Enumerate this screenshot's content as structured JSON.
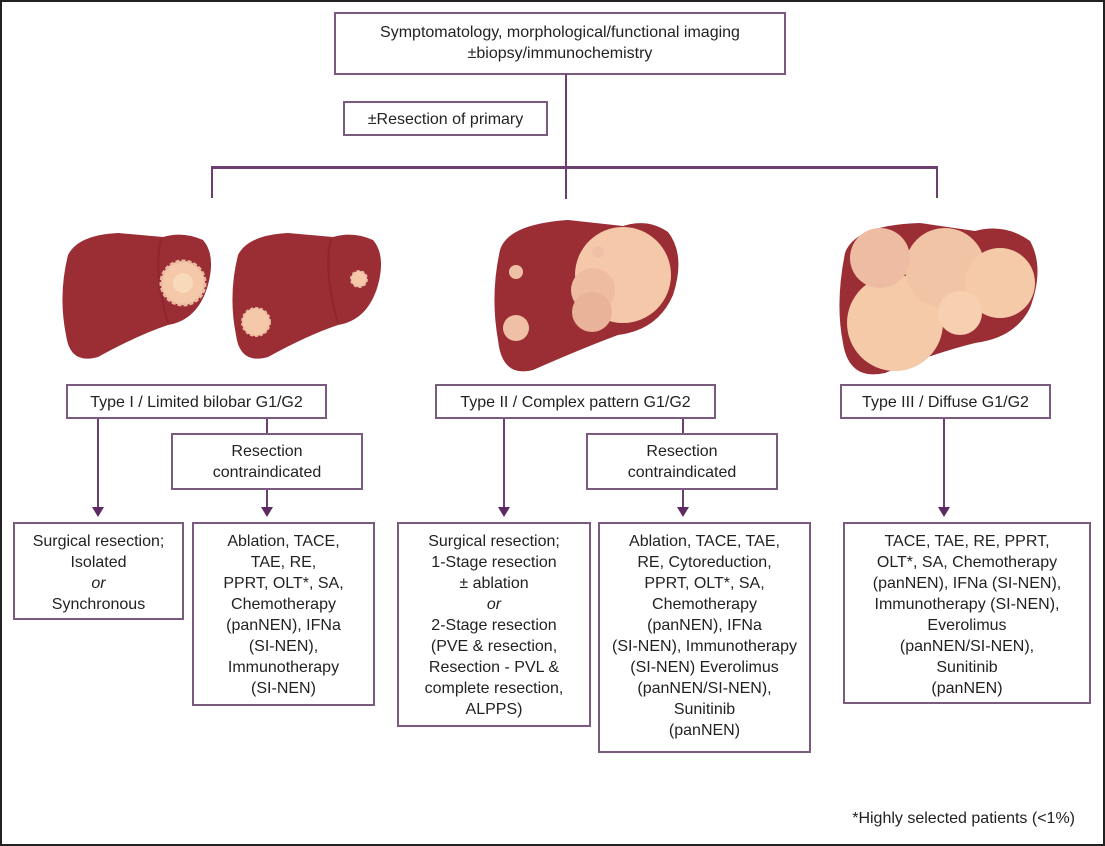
{
  "diagram": {
    "top_box": {
      "lines": [
        "Symptomatology, morphological/functional imaging",
        "±biopsy/immunochemistry"
      ]
    },
    "primary_box": {
      "label": "±Resection of primary"
    },
    "branches": [
      {
        "type_label": "Type I / Limited bilobar G1/G2",
        "liver_illustrations": [
          "liver-single-lesion",
          "liver-two-lesions"
        ],
        "left_outcome": {
          "lines": [
            "Surgical resection;",
            "Isolated",
            "or",
            "Synchronous"
          ]
        },
        "contraindicated_box": {
          "lines": [
            "Resection",
            "contraindicated"
          ]
        },
        "right_outcome": {
          "lines": [
            "Ablation, TACE,",
            "TAE, RE,",
            "PPRT, OLT*, SA,",
            "Chemotherapy",
            "(panNEN), IFNa",
            "(SI-NEN),",
            "Immunotherapy",
            "(SI-NEN)"
          ]
        }
      },
      {
        "type_label": "Type II / Complex pattern G1/G2",
        "liver_illustrations": [
          "liver-complex-pattern"
        ],
        "left_outcome": {
          "lines": [
            "Surgical resection;",
            "1-Stage resection",
            "± ablation",
            "or",
            "2-Stage resection",
            "(PVE & resection,",
            "Resection - PVL &",
            "complete resection,",
            "ALPPS)"
          ]
        },
        "contraindicated_box": {
          "lines": [
            "Resection",
            "contraindicated"
          ]
        },
        "right_outcome": {
          "lines": [
            "Ablation, TACE, TAE,",
            "RE, Cytoreduction,",
            "PPRT, OLT*, SA,",
            "Chemotherapy",
            "(panNEN), IFNa",
            "(SI-NEN), Immunotherapy",
            "(SI-NEN) Everolimus",
            "(panNEN/SI-NEN),",
            "Sunitinib",
            "(panNEN)"
          ]
        }
      },
      {
        "type_label": "Type III / Diffuse G1/G2",
        "liver_illustrations": [
          "liver-diffuse"
        ],
        "outcome": {
          "lines": [
            "TACE, TAE, RE, PPRT,",
            "OLT*, SA, Chemotherapy",
            "(panNEN), IFNa (SI-NEN),",
            "Immunotherapy (SI-NEN),",
            "Everolimus",
            "(panNEN/SI-NEN),",
            "Sunitinib",
            "(panNEN)"
          ]
        }
      }
    ],
    "footnote": "*Highly selected patients (<1%)",
    "colors": {
      "connector": "#6d3f71",
      "box_border": "#7a5a7e",
      "liver": "#9b2d35",
      "lesion": "#f6cfae",
      "frame": "#222222"
    }
  }
}
